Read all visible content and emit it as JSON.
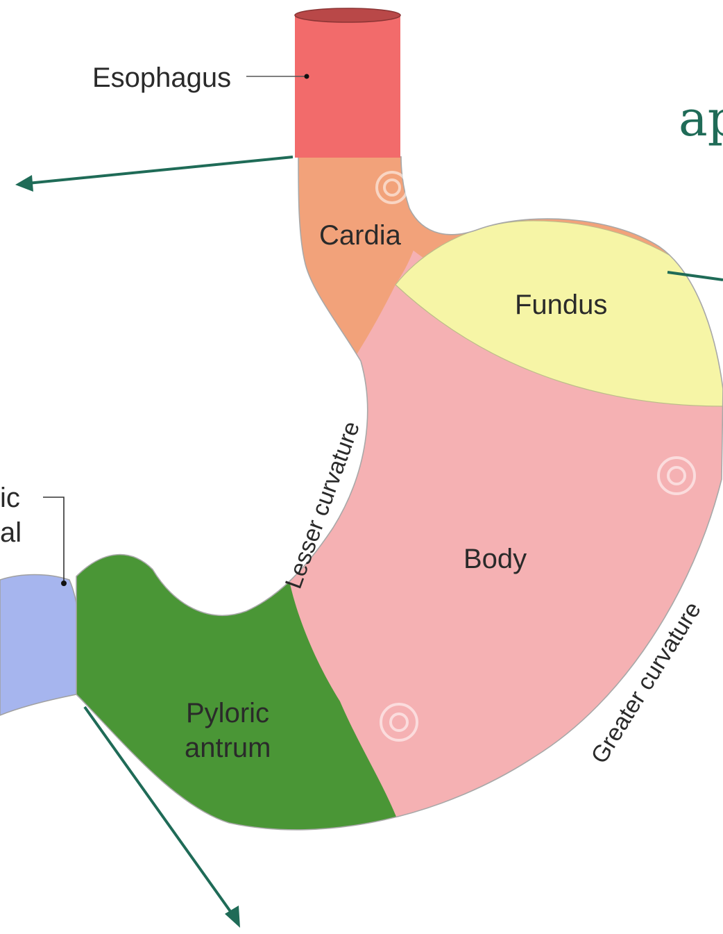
{
  "diagram": {
    "labels": {
      "esophagus": "Esophagus",
      "cardia": "Cardia",
      "fundus": "Fundus",
      "body": "Body",
      "lesser_curvature": "Lesser curvature",
      "greater_curvature": "Greater curvature",
      "pyloric_antrum_line1": "Pyloric",
      "pyloric_antrum_line2": "antrum",
      "pyloric_canal_line1": "ic",
      "pyloric_canal_line2": "al",
      "overlay_heading": "ap"
    },
    "colors": {
      "esophagus": "#f26b6b",
      "cardia": "#f2a27a",
      "fundus": "#f6f5a6",
      "body": "#f5b1b3",
      "pyloric_antrum": "#4a9636",
      "pylorus": "#a6b5ee",
      "annotation_arrow": "#1f6b57",
      "outline": "#a8a8a8"
    }
  }
}
